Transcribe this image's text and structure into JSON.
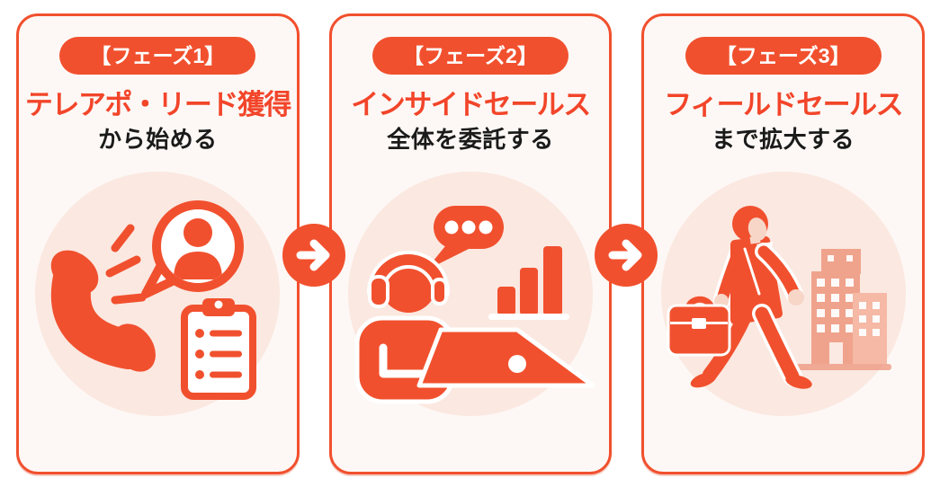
{
  "colors": {
    "primary": "#F1502E",
    "title_text": "#F2452A",
    "subtitle_text": "#1B1B1B",
    "card_bg": "#FDF8F5",
    "page_bg": "#FFFFFF",
    "illustration_bg": "#FBE8E1",
    "building_light": "#F0A38C",
    "building_lighter": "#F5B9A5",
    "badge_text": "#FFFFFF"
  },
  "phases": [
    {
      "badge": "【フェーズ1】",
      "title": "テレアポ・リード獲得",
      "subtitle": "から始める",
      "illustration": "phone-call-lead-illustration"
    },
    {
      "badge": "【フェーズ2】",
      "title": "インサイドセールス",
      "subtitle": "全体を委託する",
      "illustration": "inside-sales-agent-illustration"
    },
    {
      "badge": "【フェーズ3】",
      "title": "フィールドセールス",
      "subtitle": "まで拡大する",
      "illustration": "field-sales-businessman-illustration"
    }
  ],
  "arrows": [
    {
      "icon": "arrow-right-icon"
    },
    {
      "icon": "arrow-right-icon"
    }
  ]
}
